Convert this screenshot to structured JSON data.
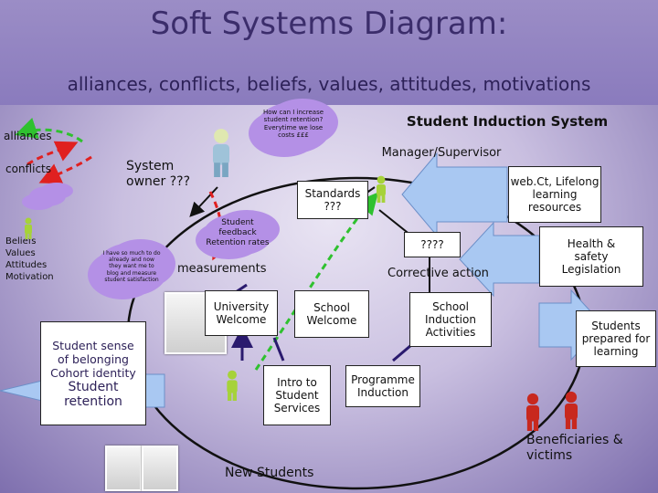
{
  "title": "Soft Systems Diagram:",
  "subtitle": "alliances, conflicts, beliefs, values, attitudes, motivations",
  "legend": {
    "alliances": "alliances",
    "conflicts": "conflicts",
    "beliefs": [
      "Beliefs",
      "Values",
      "Attitudes",
      "Motivation"
    ]
  },
  "system_title": "Student Induction System",
  "cloud_question": [
    "How can I increase",
    "student retention?",
    "Everytime we lose",
    "costs £££"
  ],
  "cloud_survey": [
    "I have so much to do",
    "already and now",
    "they want me to",
    "blog and measure",
    "student satisfaction"
  ],
  "manager": "Manager/Supervisor",
  "system_owner": [
    "System",
    "owner ???"
  ],
  "standards": [
    "Standards",
    "???"
  ],
  "webct": [
    "web.Ct, Lifelong",
    "learning",
    "resources"
  ],
  "feedback": [
    "Student",
    "feedback",
    "Retention rates"
  ],
  "q4": "????",
  "health": [
    "Health &",
    "safety",
    "Legislation"
  ],
  "measurements": "measurements",
  "corrective": "Corrective action",
  "univ_welcome": [
    "University",
    "Welcome"
  ],
  "school_welcome": [
    "School",
    "Welcome"
  ],
  "school_induction": [
    "School",
    "Induction",
    "Activities"
  ],
  "students_prepared": [
    "Students",
    "prepared for",
    "learning"
  ],
  "belonging": [
    "Student sense",
    "of belonging",
    "Cohort identity",
    "Student",
    "retention"
  ],
  "intro": [
    "Intro to",
    "Student",
    "Services"
  ],
  "programme": [
    "Programme",
    "Induction"
  ],
  "beneficiaries": [
    "Beneficiaries &",
    "victims"
  ],
  "new_students": "New Students",
  "colors": {
    "alliance": "#2fc12f",
    "conflict": "#e02020",
    "cloud": "#b490e6",
    "arrow_fill": "#a9c8f2",
    "title": "#3b2d6b"
  }
}
